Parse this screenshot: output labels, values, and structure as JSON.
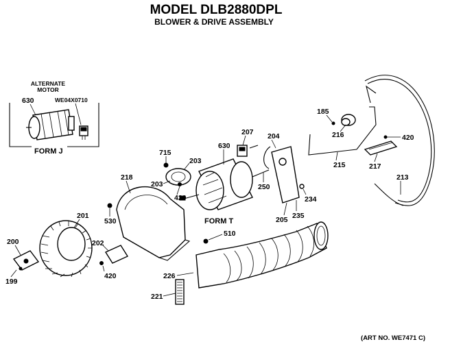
{
  "title": "MODEL DLB2880DPL",
  "subtitle": "BLOWER & DRIVE ASSEMBLY",
  "inset": {
    "heading_line1": "ALTERNATE",
    "heading_line2": "MOTOR",
    "part_630": "630",
    "part_number": "WE04X0710",
    "form": "FORM J"
  },
  "form_t": "FORM T",
  "art_number": "(ART NO. WE7471 C)",
  "callouts": {
    "p715": "715",
    "p203a": "203",
    "p203b": "203",
    "p630": "630",
    "p207": "207",
    "p204": "204",
    "p185": "185",
    "p216": "216",
    "p420a": "420",
    "p215": "215",
    "p217": "217",
    "p213": "213",
    "p218": "218",
    "p420b": "420",
    "p250": "250",
    "p234": "234",
    "p205": "205",
    "p235": "235",
    "p530": "530",
    "p510": "510",
    "p201": "201",
    "p200": "200",
    "p202": "202",
    "p199": "199",
    "p420c": "420",
    "p226": "226",
    "p221": "221"
  }
}
